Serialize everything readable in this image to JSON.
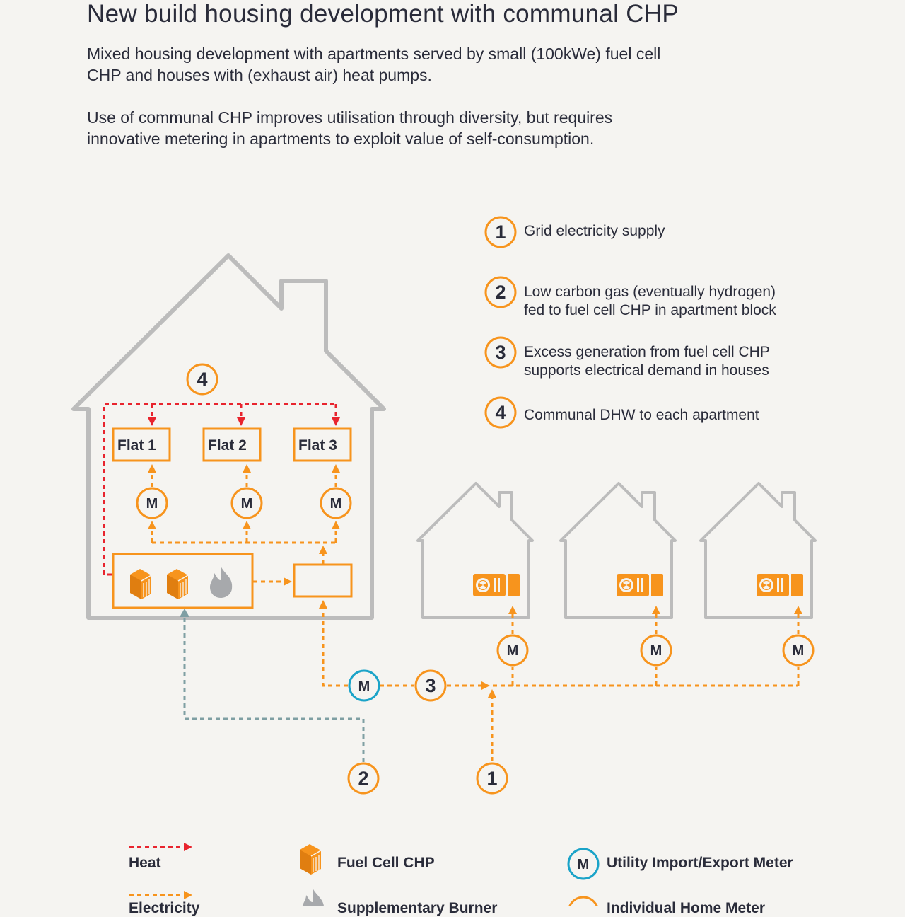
{
  "title": "New build housing development with communal CHP",
  "description": [
    "Mixed housing development with apartments served by small (100kWe) fuel cell CHP and houses with (exhaust air) heat pumps.",
    "Use of communal CHP improves utilisation through diversity, but requires innovative metering in apartments to exploit value of self-consumption."
  ],
  "key": [
    {
      "number": "1",
      "line1": "Grid electricity supply",
      "line2": ""
    },
    {
      "number": "2",
      "line1": "Low carbon gas (eventually hydrogen)",
      "line2": "fed to fuel cell CHP in apartment block"
    },
    {
      "number": "3",
      "line1": "Excess generation from fuel cell CHP",
      "line2": "supports electrical demand in houses"
    },
    {
      "number": "4",
      "line1": "Communal DHW to each apartment",
      "line2": ""
    }
  ],
  "flats": [
    "Flat 1",
    "Flat 2",
    "Flat 3"
  ],
  "meter_symbol": "M",
  "legend": {
    "heat": "Heat",
    "electricity": "Electricity",
    "fuel_cell": "Fuel Cell CHP",
    "gas": "Supplementary Burner",
    "utility_meter": "Utility Import/Export Meter",
    "house_meter": "Individual Home Meter"
  },
  "colors": {
    "orange": "#f7941d",
    "red": "#e8242e",
    "teal": "#1aa3c8",
    "gas_line": "#7f9fa3",
    "grey": "#bcbcbc",
    "text": "#2a2c3a",
    "background": "#f5f4f1"
  }
}
